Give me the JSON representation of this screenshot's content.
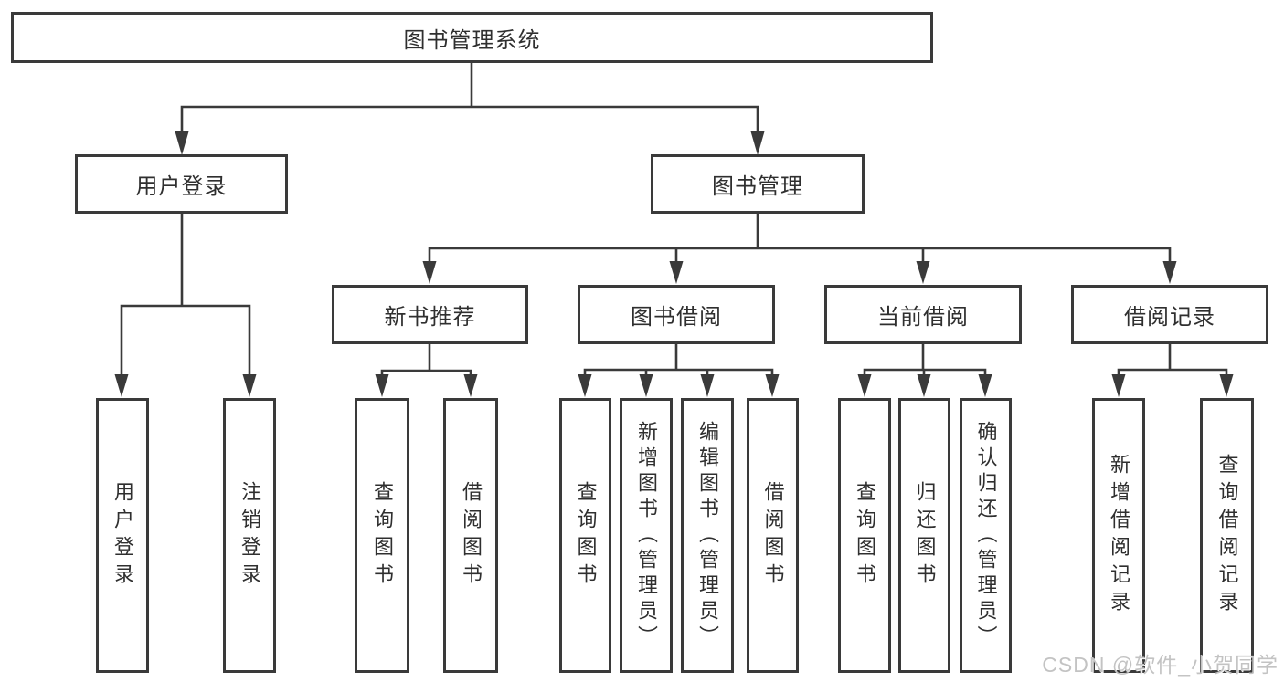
{
  "diagram": {
    "type": "hierarchy-tree",
    "orientation": "top-down",
    "colors": {
      "line": "#3a3a3a",
      "text": "#2f2f2f",
      "background": "#ffffff"
    }
  },
  "tree": {
    "label": "图书管理系统",
    "children": [
      {
        "label": "用户登录",
        "children": [
          {
            "label": "用户登录"
          },
          {
            "label": "注销登录"
          }
        ]
      },
      {
        "label": "图书管理",
        "children": [
          {
            "label": "新书推荐",
            "children": [
              {
                "label": "查询图书"
              },
              {
                "label": "借阅图书"
              }
            ]
          },
          {
            "label": "图书借阅",
            "children": [
              {
                "label": "查询图书"
              },
              {
                "label": "新增图书（管理员）"
              },
              {
                "label": "编辑图书（管理员）"
              },
              {
                "label": "借阅图书"
              }
            ]
          },
          {
            "label": "当前借阅",
            "children": [
              {
                "label": "查询图书"
              },
              {
                "label": "归还图书"
              },
              {
                "label": "确认归还（管理员）"
              }
            ]
          },
          {
            "label": "借阅记录",
            "children": [
              {
                "label": "新增借阅记录"
              },
              {
                "label": "查询借阅记录"
              }
            ]
          }
        ]
      }
    ]
  },
  "watermark": {
    "text": "CSDN @软件_小贺同学",
    "color": "#c3c3c3"
  }
}
